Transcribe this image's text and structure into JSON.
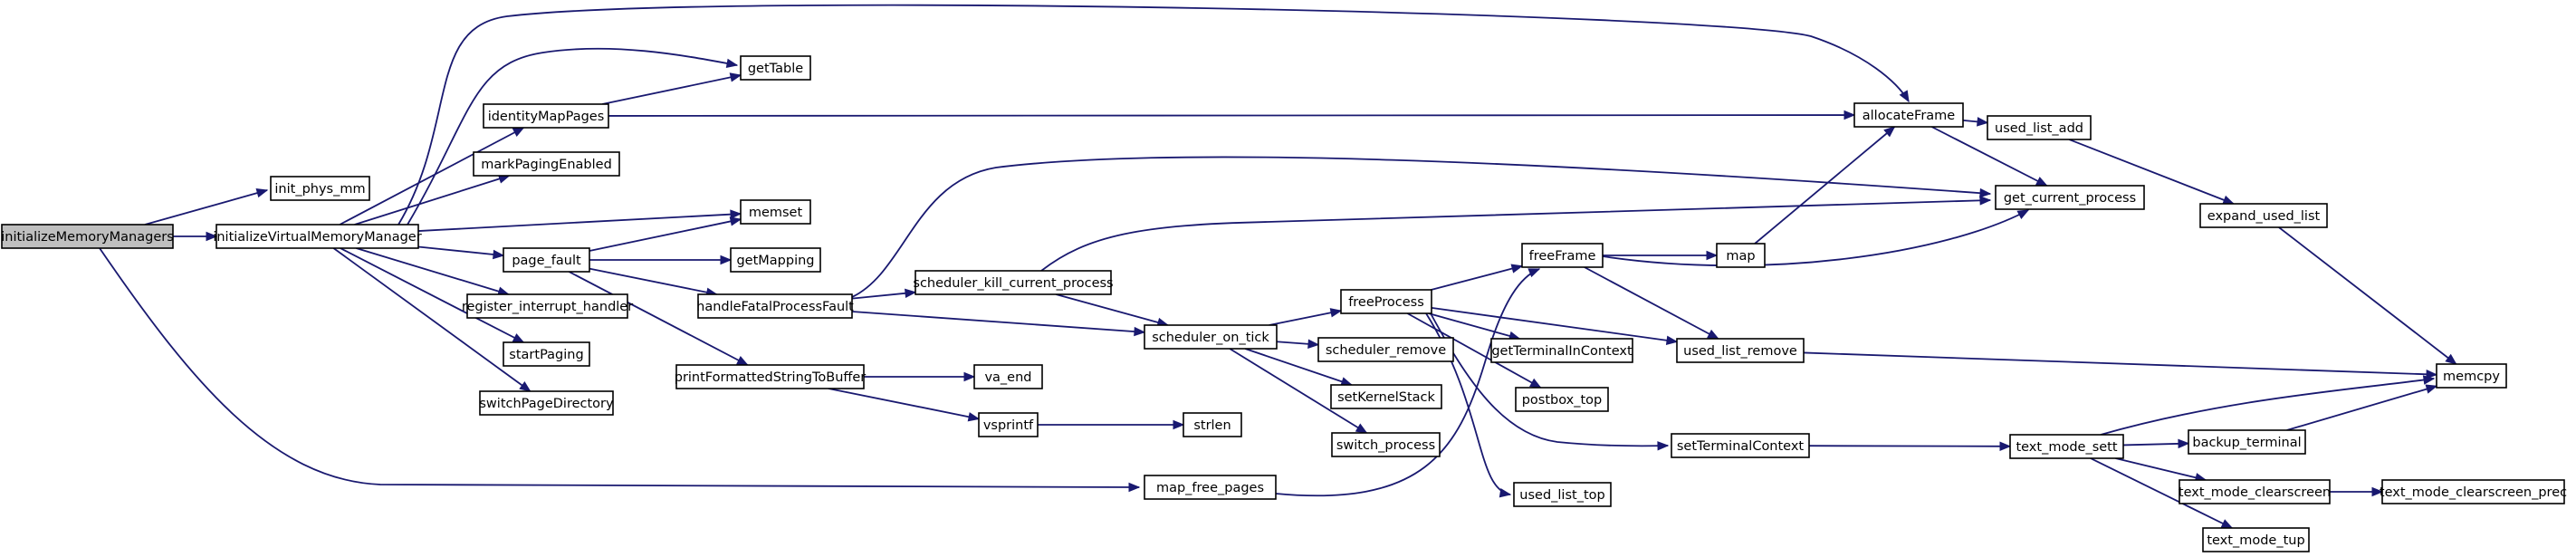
{
  "colors": {
    "edge": "#191970",
    "root_fill": "#bfbfbf",
    "node_fill": "#ffffff",
    "node_border": "#000000"
  },
  "nodes": [
    {
      "id": "initializeMemoryManagers",
      "label": "initializeMemoryManagers",
      "root": true
    },
    {
      "id": "init_phys_mm",
      "label": "init_phys_mm"
    },
    {
      "id": "initializeVirtualMemoryManager",
      "label": "initializeVirtualMemoryManager"
    },
    {
      "id": "identityMapPages",
      "label": "identityMapPages"
    },
    {
      "id": "markPagingEnabled",
      "label": "markPagingEnabled"
    },
    {
      "id": "page_fault",
      "label": "page_fault"
    },
    {
      "id": "register_interrupt_handler",
      "label": "register_interrupt_handler"
    },
    {
      "id": "startPaging",
      "label": "startPaging"
    },
    {
      "id": "switchPageDirectory",
      "label": "switchPageDirectory"
    },
    {
      "id": "getTable",
      "label": "getTable"
    },
    {
      "id": "memset",
      "label": "memset"
    },
    {
      "id": "getMapping",
      "label": "getMapping"
    },
    {
      "id": "handleFatalProcessFault",
      "label": "handleFatalProcessFault"
    },
    {
      "id": "printFormattedStringToBuffer",
      "label": "printFormattedStringToBuffer"
    },
    {
      "id": "scheduler_kill_current_process",
      "label": "scheduler_kill_current_process"
    },
    {
      "id": "va_end",
      "label": "va_end"
    },
    {
      "id": "vsprintf",
      "label": "vsprintf"
    },
    {
      "id": "strlen",
      "label": "strlen"
    },
    {
      "id": "map_free_pages",
      "label": "map_free_pages"
    },
    {
      "id": "scheduler_on_tick",
      "label": "scheduler_on_tick"
    },
    {
      "id": "freeProcess",
      "label": "freeProcess"
    },
    {
      "id": "scheduler_remove",
      "label": "scheduler_remove"
    },
    {
      "id": "setKernelStack",
      "label": "setKernelStack"
    },
    {
      "id": "switch_process",
      "label": "switch_process"
    },
    {
      "id": "freeFrame",
      "label": "freeFrame"
    },
    {
      "id": "getTerminalInContext",
      "label": "getTerminalInContext"
    },
    {
      "id": "postbox_top",
      "label": "postbox_top"
    },
    {
      "id": "setTerminalContext",
      "label": "setTerminalContext"
    },
    {
      "id": "used_list_top",
      "label": "used_list_top"
    },
    {
      "id": "used_list_remove",
      "label": "used_list_remove"
    },
    {
      "id": "map",
      "label": "map"
    },
    {
      "id": "allocateFrame",
      "label": "allocateFrame"
    },
    {
      "id": "used_list_add",
      "label": "used_list_add"
    },
    {
      "id": "get_current_process",
      "label": "get_current_process"
    },
    {
      "id": "expand_used_list",
      "label": "expand_used_list"
    },
    {
      "id": "text_mode_sett",
      "label": "text_mode_sett"
    },
    {
      "id": "backup_terminal",
      "label": "backup_terminal"
    },
    {
      "id": "text_mode_clearscreen",
      "label": "text_mode_clearscreen"
    },
    {
      "id": "text_mode_clearscreen_prec",
      "label": "text_mode_clearscreen_prec"
    },
    {
      "id": "text_mode_tup",
      "label": "text_mode_tup"
    },
    {
      "id": "memcpy",
      "label": "memcpy"
    }
  ],
  "edges": [
    {
      "from": "initializeMemoryManagers",
      "to": "init_phys_mm"
    },
    {
      "from": "initializeMemoryManagers",
      "to": "initializeVirtualMemoryManager"
    },
    {
      "from": "initializeMemoryManagers",
      "to": "map_free_pages"
    },
    {
      "from": "initializeVirtualMemoryManager",
      "to": "allocateFrame"
    },
    {
      "from": "initializeVirtualMemoryManager",
      "to": "getTable"
    },
    {
      "from": "initializeVirtualMemoryManager",
      "to": "identityMapPages"
    },
    {
      "from": "initializeVirtualMemoryManager",
      "to": "markPagingEnabled"
    },
    {
      "from": "initializeVirtualMemoryManager",
      "to": "memset"
    },
    {
      "from": "initializeVirtualMemoryManager",
      "to": "page_fault"
    },
    {
      "from": "initializeVirtualMemoryManager",
      "to": "register_interrupt_handler"
    },
    {
      "from": "initializeVirtualMemoryManager",
      "to": "startPaging"
    },
    {
      "from": "initializeVirtualMemoryManager",
      "to": "switchPageDirectory"
    },
    {
      "from": "identityMapPages",
      "to": "getTable"
    },
    {
      "from": "identityMapPages",
      "to": "allocateFrame"
    },
    {
      "from": "page_fault",
      "to": "memset"
    },
    {
      "from": "page_fault",
      "to": "getMapping"
    },
    {
      "from": "page_fault",
      "to": "handleFatalProcessFault"
    },
    {
      "from": "page_fault",
      "to": "printFormattedStringToBuffer"
    },
    {
      "from": "handleFatalProcessFault",
      "to": "get_current_process"
    },
    {
      "from": "handleFatalProcessFault",
      "to": "scheduler_kill_current_process"
    },
    {
      "from": "handleFatalProcessFault",
      "to": "scheduler_on_tick"
    },
    {
      "from": "scheduler_kill_current_process",
      "to": "get_current_process"
    },
    {
      "from": "scheduler_kill_current_process",
      "to": "scheduler_on_tick"
    },
    {
      "from": "printFormattedStringToBuffer",
      "to": "va_end"
    },
    {
      "from": "printFormattedStringToBuffer",
      "to": "vsprintf"
    },
    {
      "from": "vsprintf",
      "to": "strlen"
    },
    {
      "from": "map_free_pages",
      "to": "freeFrame"
    },
    {
      "from": "scheduler_on_tick",
      "to": "freeProcess"
    },
    {
      "from": "scheduler_on_tick",
      "to": "scheduler_remove"
    },
    {
      "from": "scheduler_on_tick",
      "to": "setKernelStack"
    },
    {
      "from": "scheduler_on_tick",
      "to": "switch_process"
    },
    {
      "from": "freeProcess",
      "to": "freeFrame"
    },
    {
      "from": "freeProcess",
      "to": "getTerminalInContext"
    },
    {
      "from": "freeProcess",
      "to": "postbox_top"
    },
    {
      "from": "freeProcess",
      "to": "setTerminalContext"
    },
    {
      "from": "freeProcess",
      "to": "used_list_remove"
    },
    {
      "from": "freeProcess",
      "to": "used_list_top"
    },
    {
      "from": "freeFrame",
      "to": "map"
    },
    {
      "from": "freeFrame",
      "to": "get_current_process"
    },
    {
      "from": "freeFrame",
      "to": "used_list_remove"
    },
    {
      "from": "map",
      "to": "allocateFrame"
    },
    {
      "from": "allocateFrame",
      "to": "used_list_add"
    },
    {
      "from": "allocateFrame",
      "to": "get_current_process"
    },
    {
      "from": "used_list_add",
      "to": "expand_used_list"
    },
    {
      "from": "expand_used_list",
      "to": "memcpy"
    },
    {
      "from": "used_list_remove",
      "to": "memcpy"
    },
    {
      "from": "setTerminalContext",
      "to": "text_mode_sett"
    },
    {
      "from": "text_mode_sett",
      "to": "memcpy"
    },
    {
      "from": "text_mode_sett",
      "to": "backup_terminal"
    },
    {
      "from": "text_mode_sett",
      "to": "text_mode_clearscreen"
    },
    {
      "from": "text_mode_sett",
      "to": "text_mode_tup"
    },
    {
      "from": "backup_terminal",
      "to": "memcpy"
    },
    {
      "from": "text_mode_clearscreen",
      "to": "text_mode_clearscreen_prec"
    }
  ]
}
